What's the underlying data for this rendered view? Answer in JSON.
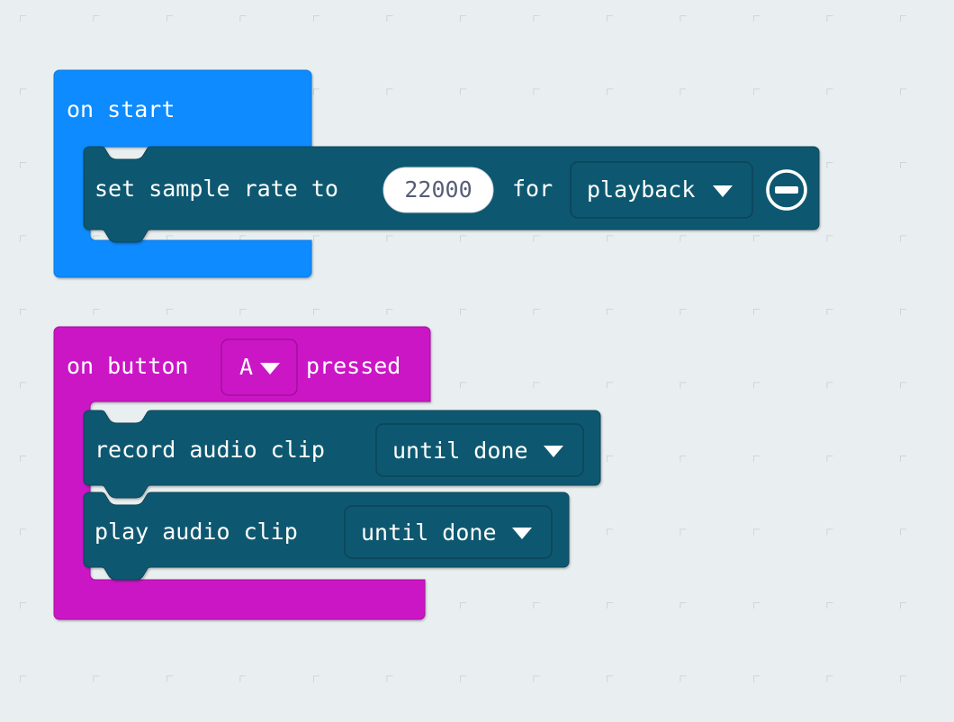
{
  "app": {
    "name": "makecode-block-editor",
    "workspace_background": "#e9eff0",
    "grid_mark": "plus"
  },
  "colors": {
    "event_blue": "#0e8ce8",
    "event_blue_light": "#0d8bff",
    "event_magenta": "#cb19c6",
    "audio_teal": "#10596f",
    "field_white": "#ffffff",
    "field_text_dark": "#575e75",
    "block_text": "#ffffff",
    "grid_cross": "#c9d3d6"
  },
  "scripts": [
    {
      "id": "on-start-script",
      "hat": {
        "name": "on-start-block",
        "label": "on start",
        "color": "#0d8bff"
      },
      "statements": [
        {
          "name": "set-sample-rate-block",
          "color": "#10596f",
          "parts": [
            {
              "kind": "label",
              "text": "set sample rate to"
            },
            {
              "kind": "number-field",
              "name": "sample-rate-field",
              "value": "22000"
            },
            {
              "kind": "label",
              "text": "for"
            },
            {
              "kind": "dropdown",
              "name": "sample-rate-target-dropdown",
              "value": "playback",
              "arrow": "▼"
            },
            {
              "kind": "icon",
              "name": "collapse-minus-icon",
              "glyph": "minus-circle"
            }
          ]
        }
      ]
    },
    {
      "id": "on-button-pressed-script",
      "hat": {
        "name": "on-button-pressed-block",
        "color": "#cb19c6",
        "parts": [
          {
            "kind": "label",
            "text": "on button"
          },
          {
            "kind": "dropdown",
            "name": "button-select-dropdown",
            "value": "A",
            "arrow": "▼"
          },
          {
            "kind": "label",
            "text": "pressed"
          }
        ]
      },
      "statements": [
        {
          "name": "record-audio-clip-block",
          "color": "#10596f",
          "parts": [
            {
              "kind": "label",
              "text": "record audio clip"
            },
            {
              "kind": "dropdown",
              "name": "record-mode-dropdown",
              "value": "until done",
              "arrow": "▼"
            }
          ]
        },
        {
          "name": "play-audio-clip-block",
          "color": "#10596f",
          "parts": [
            {
              "kind": "label",
              "text": "play audio clip"
            },
            {
              "kind": "dropdown",
              "name": "play-mode-dropdown",
              "value": "until done",
              "arrow": "▼"
            }
          ]
        }
      ]
    }
  ]
}
